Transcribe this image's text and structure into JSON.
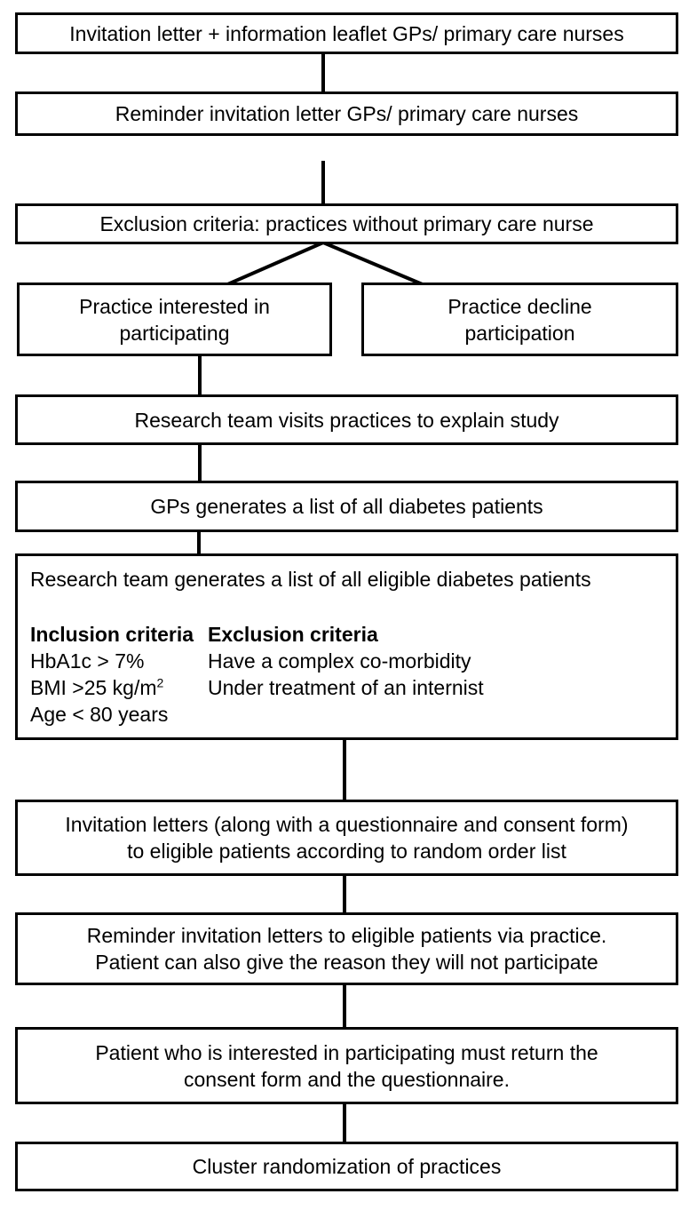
{
  "page": {
    "background_color": "#ffffff",
    "line_color": "#000000",
    "text_color": "#000000"
  },
  "flowchart": {
    "boxes": {
      "invitation_letter": {
        "text": "Invitation letter + information leaflet GPs/ primary care nurses"
      },
      "reminder_letter": {
        "text": "Reminder invitation letter GPs/ primary care nurses"
      },
      "exclusion_practices": {
        "text": "Exclusion criteria: practices without primary care nurse"
      },
      "practice_interested": {
        "lines": [
          "Practice interested in",
          "participating"
        ]
      },
      "practice_decline": {
        "lines": [
          "Practice decline",
          "participation"
        ]
      },
      "research_visits": {
        "text": "Research team visits practices to explain study"
      },
      "gps_list": {
        "text": "GPs generates a list of all diabetes patients"
      },
      "eligible_list": {
        "title": "Research team generates a list of all eligible diabetes patients",
        "inclusion": {
          "header": "Inclusion criteria",
          "items": [
            "HbA1c > 7%",
            "BMI >25 kg/m",
            "Age < 80 years"
          ],
          "bmi_superscript": "2"
        },
        "exclusion": {
          "header": "Exclusion criteria",
          "items": [
            "Have a complex co-morbidity",
            "Under treatment of an internist"
          ]
        }
      },
      "invitation_letters_patients": {
        "lines": [
          "Invitation letters (along with a questionnaire and consent form)",
          "to eligible patients according to random order list"
        ]
      },
      "reminder_letters_patients": {
        "lines": [
          "Reminder invitation letters to eligible patients via practice.",
          "Patient can also give the reason they will not participate"
        ]
      },
      "patient_return": {
        "lines": [
          "Patient who is interested in participating must return the",
          "consent form and the questionnaire."
        ]
      },
      "cluster_randomization": {
        "text": "Cluster randomization of practices"
      }
    }
  }
}
